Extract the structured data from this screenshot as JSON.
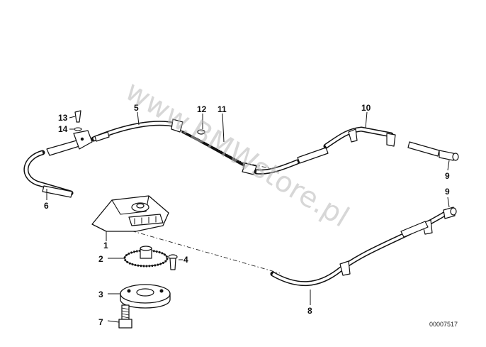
{
  "diagram": {
    "drawing_code": "00007517",
    "watermark": "www.BMWstore.pl",
    "callouts": [
      "1",
      "2",
      "3",
      "4",
      "5",
      "6",
      "7",
      "8",
      "9",
      "9",
      "10",
      "11",
      "12",
      "13",
      "14"
    ]
  }
}
